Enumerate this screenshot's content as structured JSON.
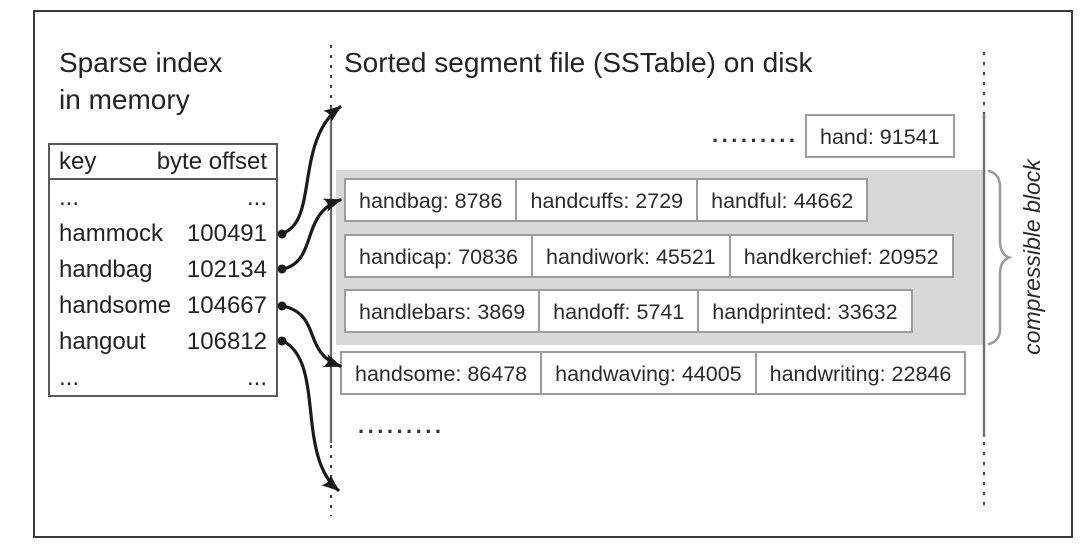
{
  "colors": {
    "ink": "#232323",
    "arrow": "#1a1a1a",
    "box_border": "#9c9c9c",
    "block_background": "#d8d8d8",
    "guide_line": "#6f6f6f",
    "brace": "#9c9c9c"
  },
  "sparse_index": {
    "title_line1": "Sparse index",
    "title_line2": "in memory",
    "col_key": "key",
    "col_offset": "byte offset",
    "rows": [
      {
        "key": "...",
        "offset": "..."
      },
      {
        "key": "hammock",
        "offset": "100491"
      },
      {
        "key": "handbag",
        "offset": "102134"
      },
      {
        "key": "handsome",
        "offset": "104667"
      },
      {
        "key": "hangout",
        "offset": "106812"
      },
      {
        "key": "...",
        "offset": "..."
      }
    ]
  },
  "sstable": {
    "title": "Sorted segment file (SSTable) on disk",
    "top_ellipsis": ".........",
    "top_entry": "hand: 91541",
    "block_rows": [
      [
        "handbag: 8786",
        "handcuffs: 2729",
        "handful: 44662"
      ],
      [
        "handicap: 70836",
        "handiwork: 45521",
        "handkerchief: 20952"
      ],
      [
        "handlebars: 3869",
        "handoff: 5741",
        "handprinted: 33632"
      ]
    ],
    "bottom_row": [
      "handsome: 86478",
      "handwaving: 44005",
      "handwriting: 22846"
    ],
    "bottom_ellipsis": ".........",
    "brace_label": "compressible block"
  }
}
